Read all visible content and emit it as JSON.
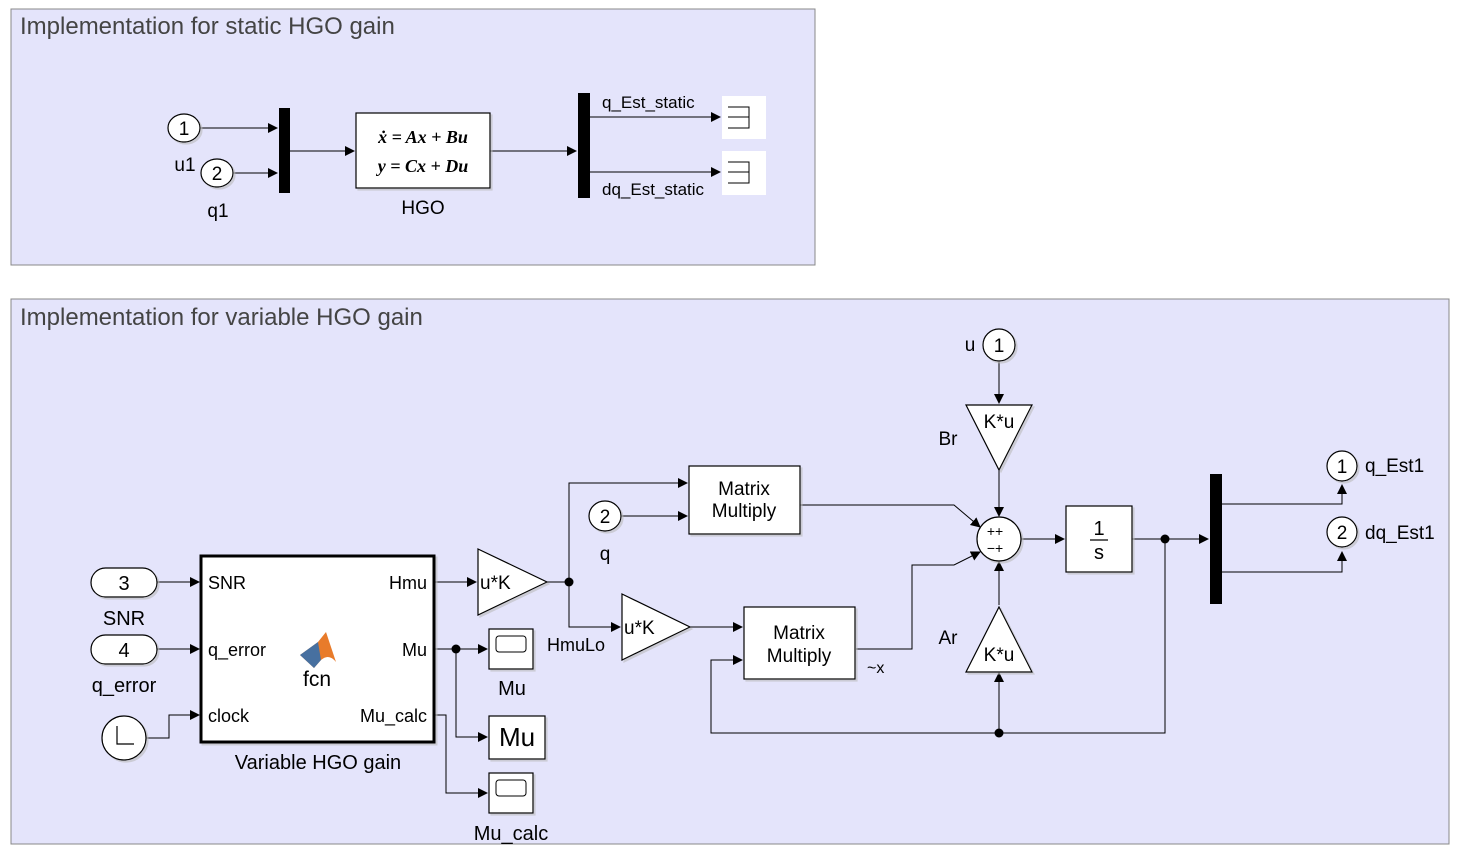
{
  "areas": {
    "static_title": "Implementation for static HGO gain",
    "variable_title": "Implementation for variable HGO gain"
  },
  "static": {
    "inport1_num": "1",
    "inport1_name": "u1",
    "inport2_num": "2",
    "inport2_name": "q1",
    "state_space_eq1": "ẋ = Ax + Bu",
    "state_space_eq2": "y = Cx + Du",
    "state_space_name": "HGO",
    "signal_top": "q_Est_static",
    "signal_bottom": "dq_Est_static"
  },
  "variable": {
    "inport_snr_num": "3",
    "inport_snr_name": "SNR",
    "inport_qerr_num": "4",
    "inport_qerr_name": "q_error",
    "fcn_port_in1": "SNR",
    "fcn_port_in2": "q_error",
    "fcn_port_in3": "clock",
    "fcn_port_out1": "Hmu",
    "fcn_port_out2": "Mu",
    "fcn_port_out3": "Mu_calc",
    "fcn_label": "fcn",
    "fcn_name": "Variable HGO gain",
    "gain1_text": "u*K",
    "gain2_text": "u*K",
    "hmulo_label": "HmuLo",
    "scope_mu_name": "Mu",
    "display_mu_text": "Mu",
    "scope_mucalc_name": "Mu_calc",
    "inport_q_num": "2",
    "inport_q_name": "q",
    "matmul1_line1": "Matrix",
    "matmul1_line2": "Multiply",
    "matmul2_line1": "Matrix",
    "matmul2_line2": "Multiply",
    "x_tilde_label": "~x",
    "inport_u_num": "1",
    "inport_u_name": "u",
    "gain_br_text": "K*u",
    "gain_br_name": "Br",
    "gain_ar_text": "K*u",
    "gain_ar_name": "Ar",
    "sum_signs_top": "++",
    "sum_signs_bottom": "−+",
    "integrator_num": "1",
    "integrator_den": "s",
    "outport1_num": "1",
    "outport1_name": "q_Est1",
    "outport2_num": "2",
    "outport2_name": "dq_Est1"
  },
  "colors": {
    "area_fill": "#e4e4fb",
    "area_border": "#888888",
    "matlab_orange": "#e87b2a",
    "matlab_blue": "#2a6fb5"
  }
}
